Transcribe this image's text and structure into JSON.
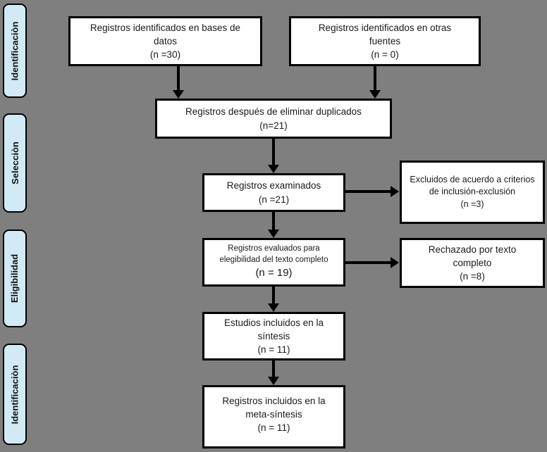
{
  "diagram_title": "PRISMA flow diagram (Spanish)",
  "colors": {
    "background": "#7f7f7f",
    "sidebar_fill": "#d2eaf6",
    "box_fill": "#ffffff",
    "border": "#000000",
    "text": "#1a1a1a"
  },
  "sidebar": {
    "stage1": "Identificaciòn",
    "stage2": "Selecciòn",
    "stage3": "Eligibilidad",
    "stage4": "Identificaciòn"
  },
  "boxes": {
    "databases": {
      "text": "Registros identificados en bases de datos",
      "n": "(n =30)"
    },
    "other_sources": {
      "text": "Registros identificados en otras fuentes",
      "n": "(n = 0)"
    },
    "deduplicated": {
      "text": "Registros después de eliminar duplicados",
      "n": "(n=21)"
    },
    "screened": {
      "text": "Registros examinados",
      "n": "(n =21)"
    },
    "excluded": {
      "text": "Excluidos de acuerdo a criterios de inclusión-exclusión",
      "n": "(n =3)"
    },
    "fulltext": {
      "text": "Registros evaluados para elegibilidad del texto completo",
      "n": "(n = 19)"
    },
    "rejected": {
      "text": "Rechazado por texto completo",
      "n": "(n =8)"
    },
    "synthesis": {
      "text": "Estudios incluidos en la síntesis",
      "n": "(n = 11)"
    },
    "meta_synthesis": {
      "text": "Registros incluidos en la meta-síntesis",
      "n": "(n = 11)"
    }
  }
}
